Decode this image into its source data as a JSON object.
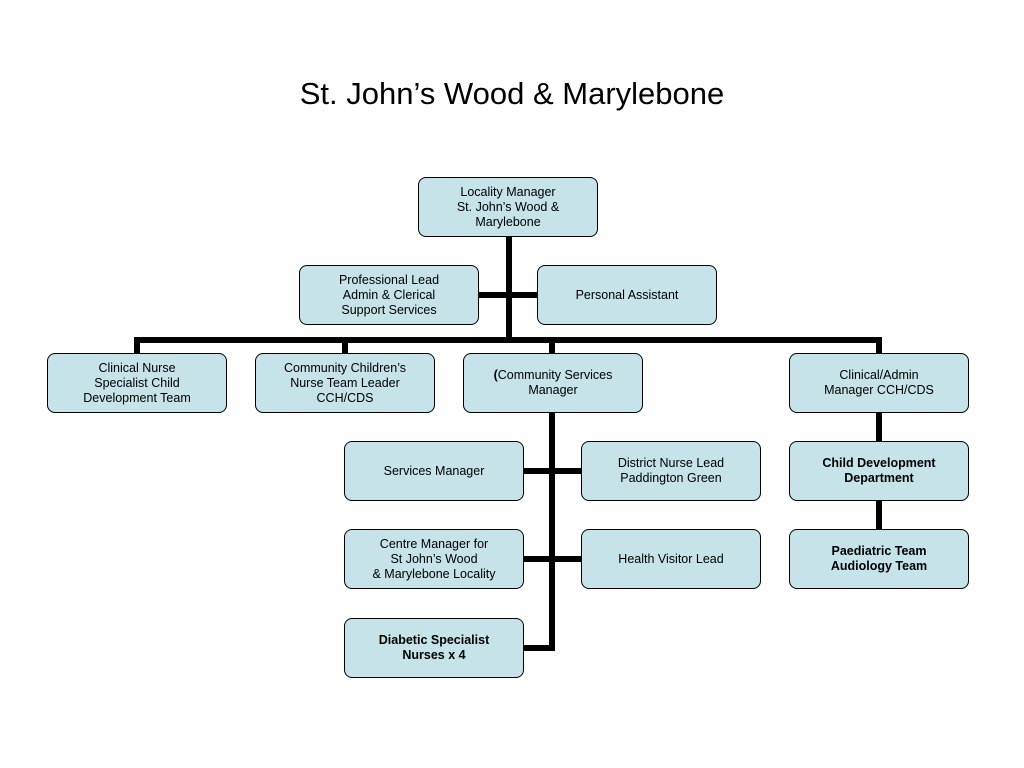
{
  "title": "St. John’s Wood & Marylebone",
  "boxes": {
    "locality_manager": "Locality Manager\nSt. John’s Wood & Marylebone",
    "professional_lead": "Professional Lead\nAdmin & Clerical\nSupport Services",
    "personal_assistant": "Personal Assistant",
    "clinical_nurse_specialist": "Clinical Nurse\nSpecialist Child\nDevelopment Team",
    "community_childrens_nurse": "Community Children’s\nNurse Team Leader\nCCH/CDS",
    "community_services_manager_paren": "(",
    "community_services_manager": "Community Services\nManager",
    "clinical_admin_manager": "Clinical/Admin\nManager CCH/CDS",
    "services_manager": "Services Manager",
    "district_nurse_lead": "District Nurse Lead\nPaddington Green",
    "centre_manager": "Centre Manager for\nSt John’s Wood\n& Marylebone Locality",
    "health_visitor_lead": "Health Visitor Lead",
    "diabetic_specialist": "Diabetic Specialist\nNurses x 4",
    "child_development": "Child Development\nDepartment",
    "paediatric_team": "Paediatric Team\nAudiology Team"
  },
  "colors": {
    "box_fill": "#c5e3e8",
    "box_border": "#000000",
    "connector": "#000000"
  }
}
